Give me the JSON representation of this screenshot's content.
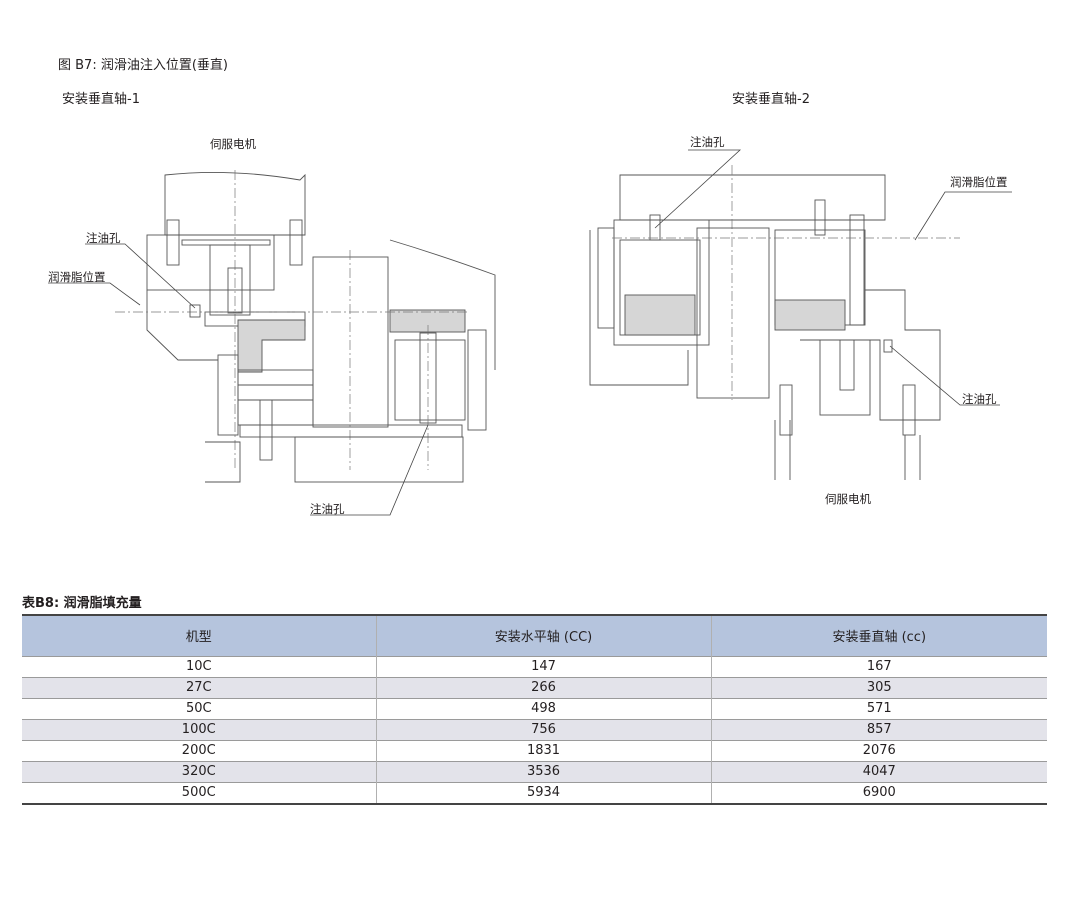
{
  "figure": {
    "title": "图 B7: 润滑油注入位置(垂直)",
    "left": {
      "subtitle": "安装垂直轴-1",
      "motor_label": "伺服电机",
      "oil_hole_top": "注油孔",
      "grease_position": "润滑脂位置",
      "oil_hole_bottom": "注油孔"
    },
    "right": {
      "subtitle": "安装垂直轴-2",
      "oil_hole_top": "注油孔",
      "grease_position": "润滑脂位置",
      "oil_hole_right": "注油孔",
      "motor_label": "伺服电机"
    }
  },
  "table": {
    "title": "表B8: 润滑脂填充量",
    "headers": [
      "机型",
      "安装水平轴 (CC)",
      "安装垂直轴 (cc)"
    ],
    "rows": [
      [
        "10C",
        "147",
        "167"
      ],
      [
        "27C",
        "266",
        "305"
      ],
      [
        "50C",
        "498",
        "571"
      ],
      [
        "100C",
        "756",
        "857"
      ],
      [
        "200C",
        "1831",
        "2076"
      ],
      [
        "320C",
        "3536",
        "4047"
      ],
      [
        "500C",
        "5934",
        "6900"
      ]
    ]
  }
}
